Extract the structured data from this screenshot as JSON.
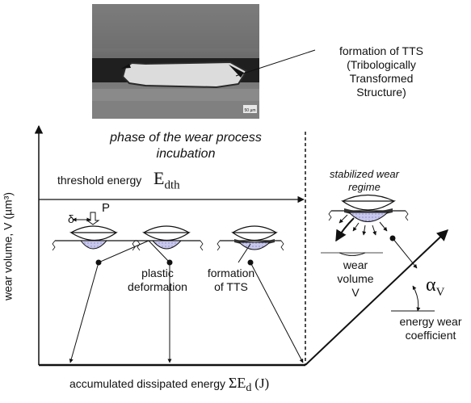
{
  "micrograph": {
    "scale_label": "50 µm",
    "annotation_lines": [
      "formation of TTS",
      "(Tribologically",
      "Transformed",
      "Structure)"
    ]
  },
  "axes": {
    "y_label": "wear volume, V (µm³)",
    "x_label_text": "accumulated dissipated energy",
    "x_label_symbol": "ΣE",
    "x_label_subscript": "d",
    "x_label_unit": "(J)"
  },
  "phase": {
    "title_line1": "phase of the wear process",
    "title_line2": "incubation"
  },
  "threshold": {
    "label": "threshold energy",
    "symbol": "E",
    "subscript": "dth"
  },
  "load": {
    "force": "P",
    "slip": "δ"
  },
  "labels": {
    "plastic_deformation_line1": "plastic",
    "plastic_deformation_line2": "deformation",
    "formation_line1": "formation",
    "formation_line2": "of TTS"
  },
  "stabilized": {
    "line1": "stabilized wear",
    "line2": "regime"
  },
  "wear_volume": {
    "line1": "wear",
    "line2": "volume",
    "line3": "V"
  },
  "alpha": {
    "symbol": "α",
    "subscript": "V"
  },
  "coefficient": {
    "line1": "energy wear",
    "line2": "coefficient"
  },
  "colors": {
    "contact_fill": "#c8c8ee",
    "ink": "#111111",
    "tts_band": "#333333"
  }
}
